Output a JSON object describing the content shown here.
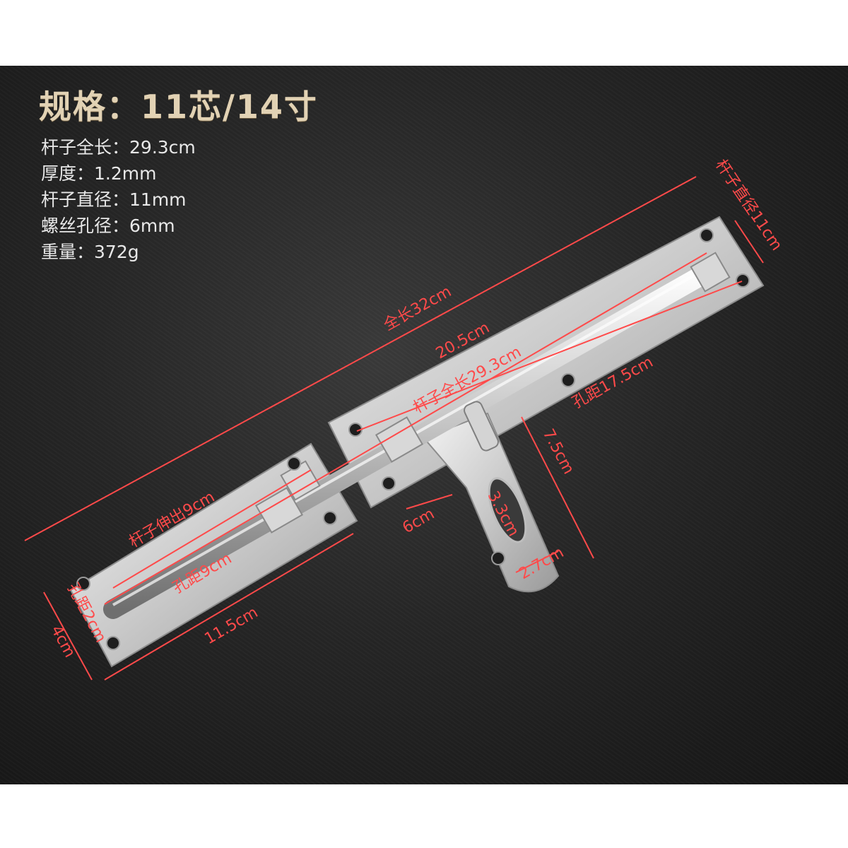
{
  "title": "规格：11芯/14寸",
  "specs": [
    {
      "label": "杆子全长：",
      "value": "29.3cm"
    },
    {
      "label": "厚度：",
      "value": "1.2mm"
    },
    {
      "label": "杆子直径：",
      "value": "11mm"
    },
    {
      "label": "螺丝孔径：",
      "value": "6mm"
    },
    {
      "label": "重量：",
      "value": "372g"
    }
  ],
  "dimensions": {
    "overall_length": "全长32cm",
    "rod_diameter": "杆子直径11cm",
    "plate_length": "20.5cm",
    "rod_length": "杆子全长29.3cm",
    "hole_spacing_long": "孔距17.5cm",
    "rod_extension": "杆子伸出9cm",
    "hole_spacing_short": "孔距9cm",
    "hole_spacing_width": "孔距2cm",
    "plate_width": "4cm",
    "short_plate_length": "11.5cm",
    "keeper_height": "7.5cm",
    "keeper_width": "6cm",
    "slot_length": "3.3cm",
    "slot_width": "2.7cm"
  },
  "colors": {
    "annotation": "#ff4a4a",
    "title": "#e2d2b4",
    "text": "#e8e8e8",
    "background": "#262626"
  }
}
